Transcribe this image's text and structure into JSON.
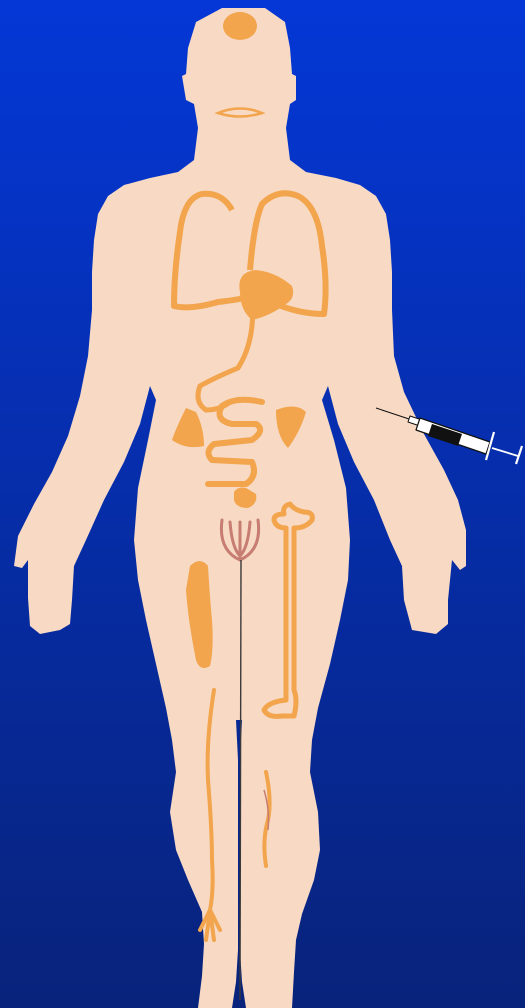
{
  "diagram": {
    "background": {
      "top": "#0437d6",
      "bottom": "#08237b"
    },
    "colors": {
      "skin": "#f7d9c4",
      "organ": "#f2a54c",
      "reproductive": "#c77d72",
      "midline": "#3a3a3a",
      "syringe_barrel": "#ffffff",
      "syringe_outline": "#111111"
    },
    "parts": [
      "body-silhouette",
      "brain",
      "mouth",
      "lungs",
      "heart",
      "esophagus",
      "stomach",
      "liver",
      "spleen",
      "intestines",
      "bladder",
      "reproductive-organ",
      "muscle",
      "femur",
      "blood-vessel-right-leg",
      "blood-vessel-left-leg",
      "nerve-left-leg",
      "syringe"
    ]
  }
}
